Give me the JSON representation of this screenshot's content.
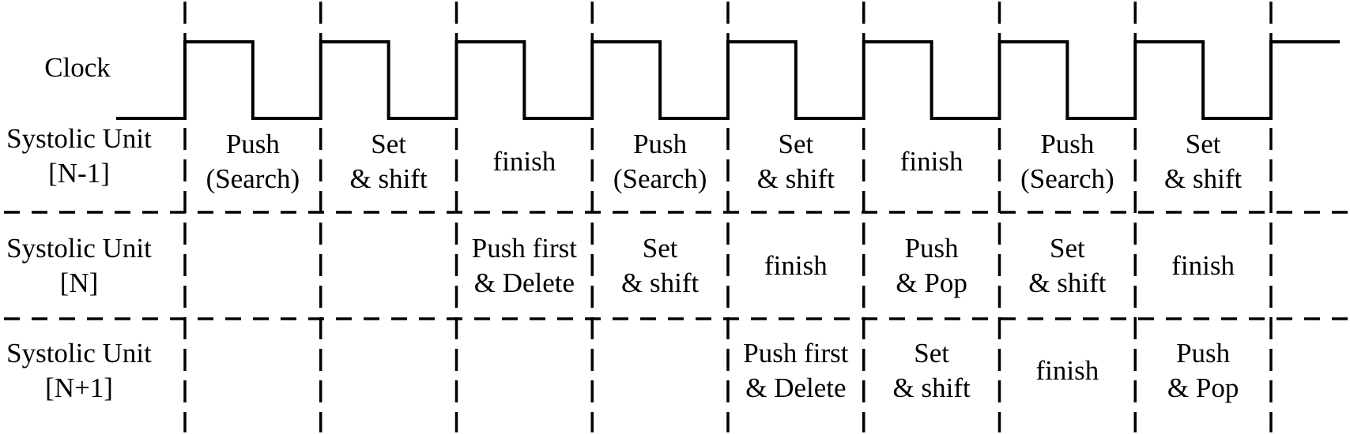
{
  "diagram": {
    "title_hint": "systolic-array pipeline timing diagram",
    "clock_label": "Clock",
    "num_cycles": 8,
    "clock": {
      "duty_cycle_percent": 50,
      "rises_at_each_cycle_boundary": true,
      "starts_low_before_first_cycle": true,
      "stays_high_after_last_boundary": true
    },
    "rows": [
      {
        "id": "systolic-unit-n-minus-1",
        "label_line1": "Systolic Unit",
        "label_line2": "[N-1]",
        "cells": [
          [
            "Push",
            "(Search)"
          ],
          [
            "Set",
            "& shift"
          ],
          [
            "finish"
          ],
          [
            "Push",
            "(Search)"
          ],
          [
            "Set",
            "& shift"
          ],
          [
            "finish"
          ],
          [
            "Push",
            "(Search)"
          ],
          [
            "Set",
            "& shift"
          ]
        ]
      },
      {
        "id": "systolic-unit-n",
        "label_line1": "Systolic Unit",
        "label_line2": "[N]",
        "cells": [
          [],
          [],
          [
            "Push first",
            "& Delete"
          ],
          [
            "Set",
            "& shift"
          ],
          [
            "finish"
          ],
          [
            "Push",
            "& Pop"
          ],
          [
            "Set",
            "& shift"
          ],
          [
            "finish"
          ]
        ]
      },
      {
        "id": "systolic-unit-n-plus-1",
        "label_line1": "Systolic Unit",
        "label_line2": "[N+1]",
        "cells": [
          [],
          [],
          [],
          [],
          [
            "Push first",
            "& Delete"
          ],
          [
            "Set",
            "& shift"
          ],
          [
            "finish"
          ],
          [
            "Push",
            "& Pop"
          ]
        ]
      }
    ]
  },
  "colors": {
    "line": "#000000",
    "text": "#000000",
    "background": "#ffffff"
  }
}
